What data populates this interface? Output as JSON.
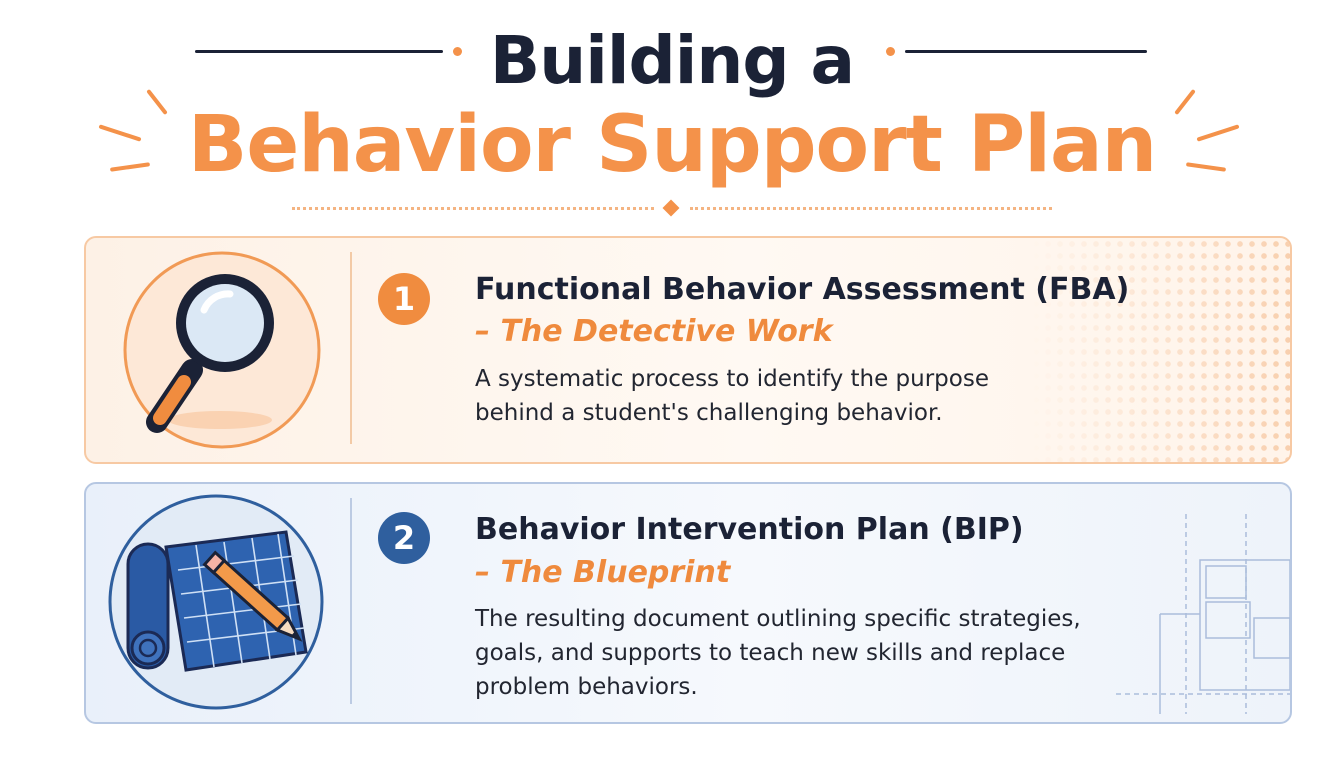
{
  "title": {
    "line1": "Building a",
    "line2": "Behavior Support Plan"
  },
  "colors": {
    "navy": "#1b2236",
    "orange": "#f4924a",
    "blue": "#2f5f9e"
  },
  "steps": [
    {
      "number": "1",
      "icon": "magnifying-glass-icon",
      "heading": "Functional Behavior Assessment (FBA)",
      "subtitle": "– The Detective Work",
      "description": "A systematic process to identify the purpose behind a student's challenging behavior."
    },
    {
      "number": "2",
      "icon": "blueprint-pencil-icon",
      "heading": "Behavior Intervention Plan (BIP)",
      "subtitle": "– The Blueprint",
      "description": "The resulting document outlining specific strategies, goals, and supports to teach new skills and replace problem behaviors."
    }
  ]
}
